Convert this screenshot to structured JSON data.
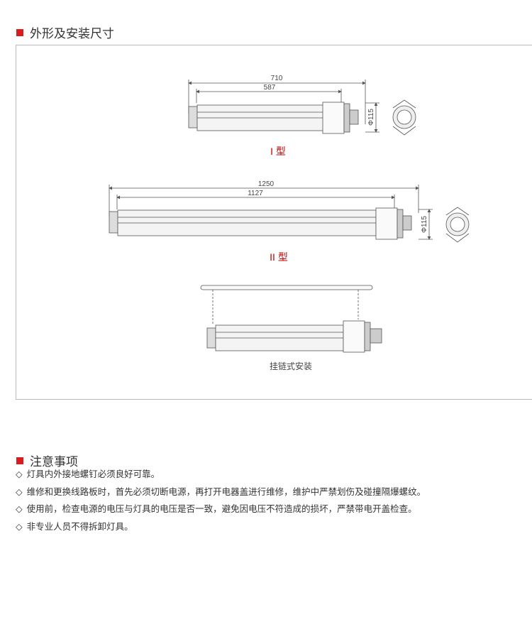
{
  "section1": {
    "title": "外形及安装尺寸"
  },
  "diagram1": {
    "overall": "710",
    "inner": "587",
    "diameter": "Φ115",
    "label": "I 型"
  },
  "diagram2": {
    "overall": "1250",
    "inner": "1127",
    "diameter": "Φ115",
    "label": "II 型"
  },
  "diagram3": {
    "label": "挂链式安装"
  },
  "section2": {
    "title": "注意事项",
    "bullet": "◇",
    "items": [
      "灯具内外接地螺钉必须良好可靠。",
      "维修和更换线路板时，首先必须切断电源，再打开电器盖进行维修，维护中严禁划伤及碰撞隔爆螺纹。",
      "使用前，检查电源的电压与灯具的电压是否一致，避免因电压不符造成的损坏，严禁带电开盖检查。",
      "非专业人员不得拆卸灯具。"
    ]
  },
  "colors": {
    "accent": "#d71d1d",
    "label_red": "#c00000"
  }
}
